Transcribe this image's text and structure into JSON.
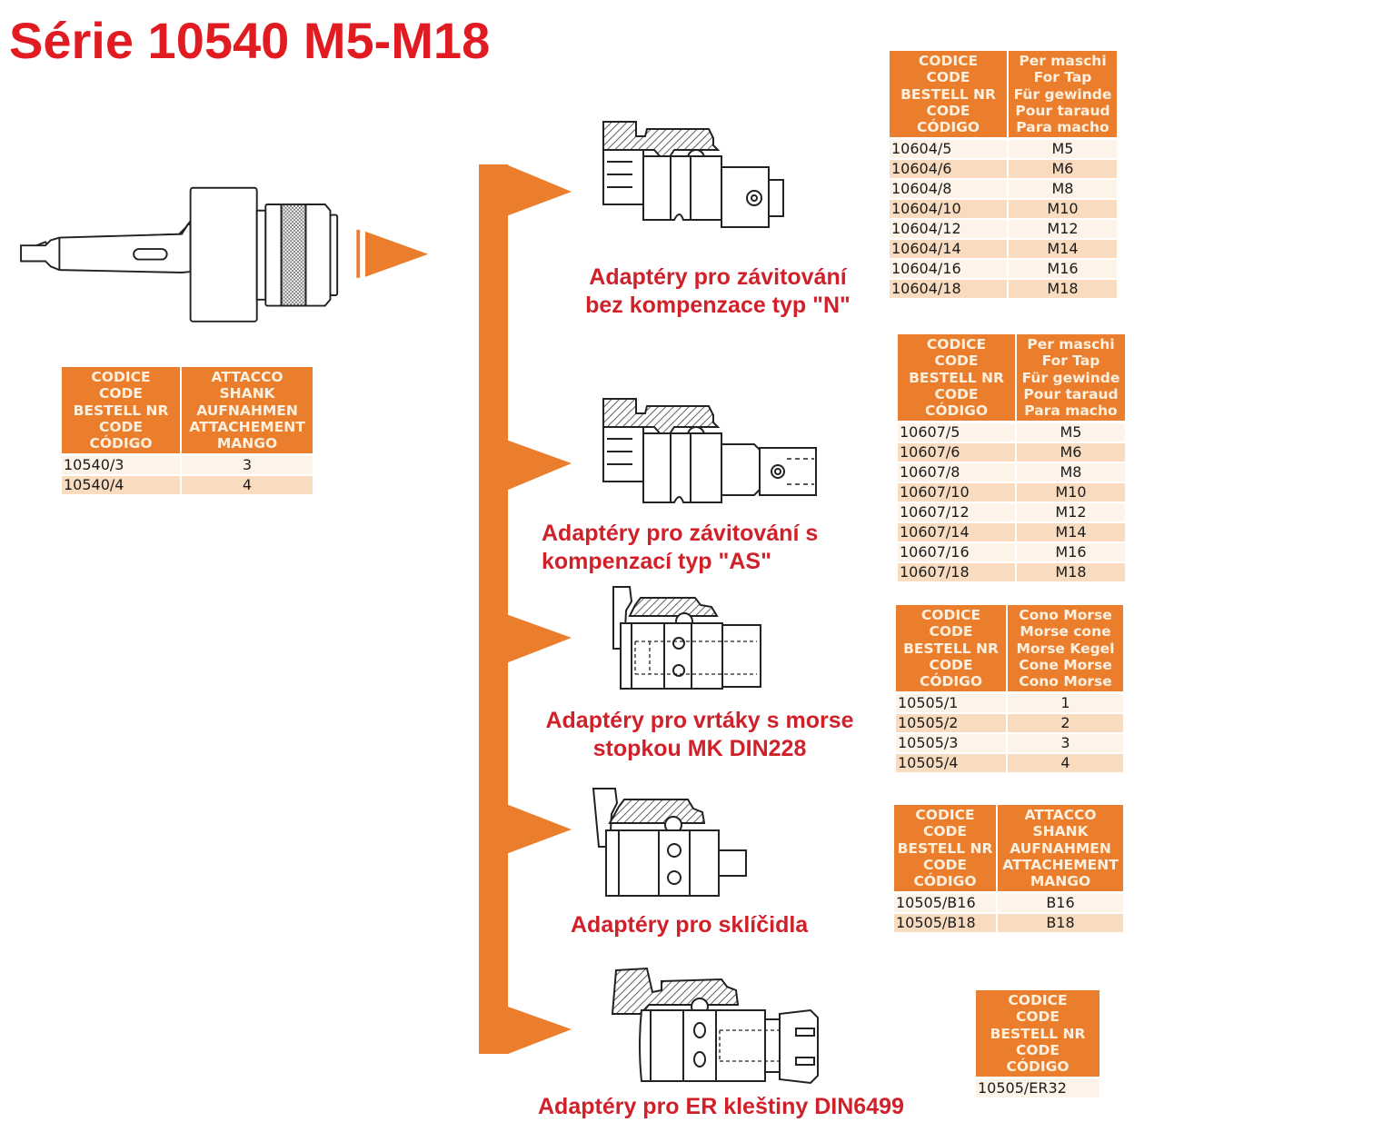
{
  "title": "Série 10540 M5-M18",
  "colors": {
    "accent": "#ea7e2d",
    "title_red": "#e11b22",
    "caption_red": "#d0202a",
    "row_light": "#fdf3e8",
    "row_dark": "#f9dcbf"
  },
  "base_holder": {
    "image": "morse-taper-quick-change-holder-icon",
    "table": {
      "headers": [
        [
          "CODICE",
          "CODE",
          "BESTELL NR",
          "CODE",
          "CÓDIGO"
        ],
        [
          "ATTACCO",
          "SHANK",
          "AUFNAHMEN",
          "ATTACHEMENT",
          "MANGO"
        ]
      ],
      "rows": [
        {
          "code": "10540/3",
          "value": "3"
        },
        {
          "code": "10540/4",
          "value": "4"
        }
      ]
    }
  },
  "adapters": [
    {
      "caption": [
        "Adaptéry pro závitování",
        "bez kompenzace typ \"N\""
      ],
      "image": "tapping-adapter-type-n-icon",
      "table": {
        "headers": [
          [
            "CODICE",
            "CODE",
            "BESTELL NR",
            "CODE",
            "CÓDIGO"
          ],
          [
            "Per maschi",
            "For Tap",
            "Für gewinde",
            "Pour taraud",
            "Para macho"
          ]
        ],
        "rows": [
          {
            "code": "10604/5",
            "value": "M5"
          },
          {
            "code": "10604/6",
            "value": "M6"
          },
          {
            "code": "10604/8",
            "value": "M8"
          },
          {
            "code": "10604/10",
            "value": "M10"
          },
          {
            "code": "10604/12",
            "value": "M12"
          },
          {
            "code": "10604/14",
            "value": "M14"
          },
          {
            "code": "10604/16",
            "value": "M16"
          },
          {
            "code": "10604/18",
            "value": "M18"
          }
        ]
      }
    },
    {
      "caption": [
        "Adaptéry pro závitování s",
        "kompenzací typ \"AS\""
      ],
      "image": "tapping-adapter-type-as-icon",
      "table": {
        "headers": [
          [
            "CODICE",
            "CODE",
            "BESTELL NR",
            "CODE",
            "CÓDIGO"
          ],
          [
            "Per maschi",
            "For Tap",
            "Für gewinde",
            "Pour taraud",
            "Para macho"
          ]
        ],
        "rows": [
          {
            "code": "10607/5",
            "value": "M5"
          },
          {
            "code": "10607/6",
            "value": "M6"
          },
          {
            "code": "10607/8",
            "value": "M8"
          },
          {
            "code": "10607/10",
            "value": "M10"
          },
          {
            "code": "10607/12",
            "value": "M12"
          },
          {
            "code": "10607/14",
            "value": "M14"
          },
          {
            "code": "10607/16",
            "value": "M16"
          },
          {
            "code": "10607/18",
            "value": "M18"
          }
        ]
      }
    },
    {
      "caption": [
        "Adaptéry pro vrtáky s morse",
        "stopkou MK DIN228"
      ],
      "image": "morse-taper-drill-adapter-icon",
      "table": {
        "headers": [
          [
            "CODICE",
            "CODE",
            "BESTELL NR",
            "CODE",
            "CÓDIGO"
          ],
          [
            "Cono Morse",
            "Morse cone",
            "Morse Kegel",
            "Cone Morse",
            "Cono Morse"
          ]
        ],
        "rows": [
          {
            "code": "10505/1",
            "value": "1"
          },
          {
            "code": "10505/2",
            "value": "2"
          },
          {
            "code": "10505/3",
            "value": "3"
          },
          {
            "code": "10505/4",
            "value": "4"
          }
        ]
      }
    },
    {
      "caption": [
        "Adaptéry pro sklíčidla"
      ],
      "image": "drill-chuck-adapter-icon",
      "table": {
        "headers": [
          [
            "CODICE",
            "CODE",
            "BESTELL NR",
            "CODE",
            "CÓDIGO"
          ],
          [
            "ATTACCO",
            "SHANK",
            "AUFNAHMEN",
            "ATTACHEMENT",
            "MANGO"
          ]
        ],
        "rows": [
          {
            "code": "10505/B16",
            "value": "B16"
          },
          {
            "code": "10505/B18",
            "value": "B18"
          }
        ]
      }
    },
    {
      "caption": [
        "Adaptéry pro ER kleštiny DIN6499"
      ],
      "image": "er-collet-adapter-icon",
      "table": {
        "headers": [
          [
            "CODICE",
            "CODE",
            "BESTELL NR",
            "CODE",
            "CÓDIGO"
          ]
        ],
        "rows": [
          {
            "code": "10505/ER32"
          }
        ]
      }
    }
  ]
}
